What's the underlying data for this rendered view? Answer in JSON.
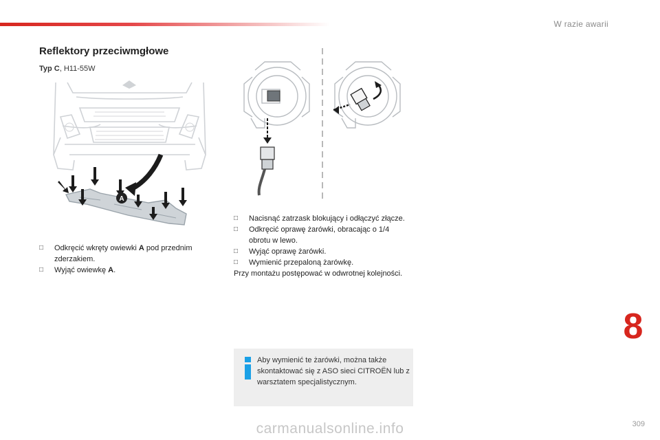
{
  "header": {
    "chapter_title": "W razie awarii"
  },
  "section": {
    "title": "Reflektory przeciwmgłowe",
    "type_label": "Typ C",
    "type_value": ", H11-55W"
  },
  "figure_car": {
    "callout_label": "A"
  },
  "steps_left": [
    {
      "bullet": "",
      "text_before": "Odkręcić wkręty owiewki ",
      "bold": "A",
      "text_after": " pod przednim zderzakiem."
    },
    {
      "bullet": "",
      "text_before": "Wyjąć owiewkę ",
      "bold": "A",
      "text_after": "."
    }
  ],
  "steps_right": [
    {
      "bullet": "",
      "text": "Nacisnąć zatrzask blokujący i odłączyć złącze."
    },
    {
      "bullet": "",
      "text": "Odkręcić oprawę żarówki, obracając o 1/4 obrotu w lewo."
    },
    {
      "bullet": "",
      "text": "Wyjąć oprawę żarówki."
    },
    {
      "bullet": "",
      "text": "Wymienić przepaloną żarówkę."
    }
  ],
  "steps_note": "Przy montażu postępować w odwrotnej kolejności.",
  "info_box": {
    "icon": "info-icon",
    "text": "Aby wymienić te żarówki, można także skontaktować się z ASO sieci CITROËN lub z warsztatem specjalistycznym."
  },
  "chapter_number": "8",
  "page_number": "309",
  "watermark": "carmanualsonline.info",
  "colors": {
    "accent": "#d7261e",
    "info": "#1aa0e6",
    "info_bg": "#eeeeee"
  }
}
